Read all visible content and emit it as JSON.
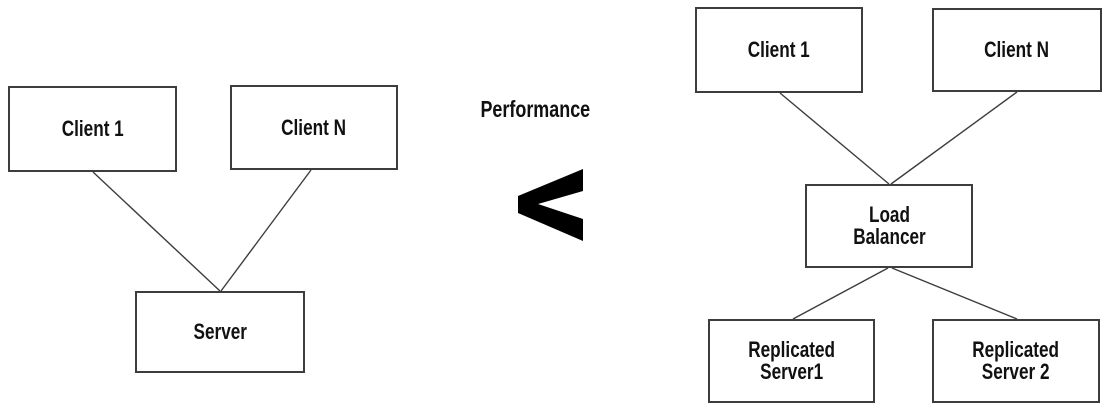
{
  "comparison": {
    "label": "Performance",
    "operator": "<"
  },
  "left_diagram": {
    "name": "single-server-architecture",
    "nodes": {
      "client1": "Client 1",
      "clientN": "Client N",
      "server": "Server"
    },
    "edges": [
      [
        "client1",
        "server"
      ],
      [
        "clientN",
        "server"
      ]
    ]
  },
  "right_diagram": {
    "name": "load-balanced-architecture",
    "nodes": {
      "client1": "Client 1",
      "clientN": "Client N",
      "load_balancer": "Load\nBalancer",
      "replicated_server1": "Replicated\nServer1",
      "replicated_server2": "Replicated\nServer 2"
    },
    "edges": [
      [
        "client1",
        "load_balancer"
      ],
      [
        "clientN",
        "load_balancer"
      ],
      [
        "load_balancer",
        "replicated_server1"
      ],
      [
        "load_balancer",
        "replicated_server2"
      ]
    ]
  },
  "colors": {
    "background": "#ffffff",
    "box_border": "#3d3d3d",
    "connector": "#3d3d3d",
    "text": "#111111",
    "operator": "#000000"
  }
}
